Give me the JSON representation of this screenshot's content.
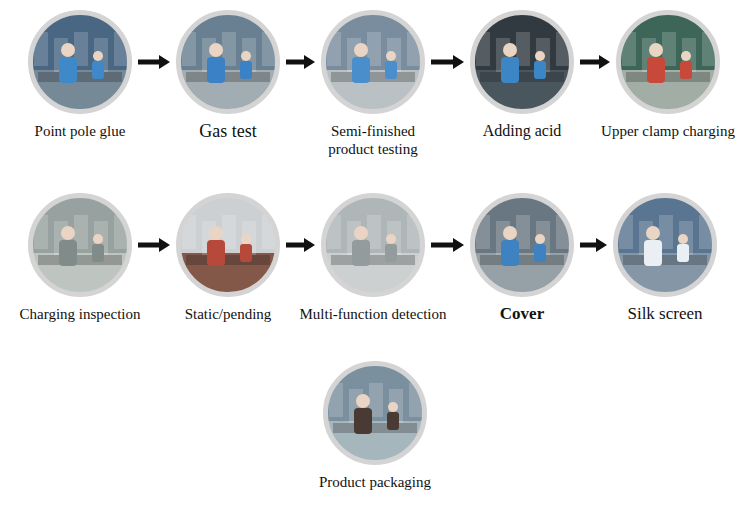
{
  "diagram": {
    "nodes": [
      {
        "text": [
          "Point pole glue"
        ]
      },
      {
        "text": [
          "Gas test"
        ]
      },
      {
        "text": [
          "Semi-finished product testing"
        ]
      },
      {
        "text": [
          "Adding acid"
        ]
      },
      {
        "text": [
          "Upper clamp charging"
        ]
      },
      {
        "text": [
          "Charging inspection"
        ]
      },
      {
        "text": [
          "Static/pending"
        ]
      },
      {
        "text": [
          "Multi-function detection"
        ]
      },
      {
        "text": [
          "Cover"
        ]
      },
      {
        "text": [
          "Silk screen"
        ]
      },
      {
        "text": [
          "Product packaging"
        ]
      }
    ],
    "edges": [
      {
        "from": 0,
        "to": 1,
        "arrow": "to"
      },
      {
        "from": 1,
        "to": 2,
        "arrow": "to"
      },
      {
        "from": 2,
        "to": 3,
        "arrow": "to"
      },
      {
        "from": 3,
        "to": 4,
        "arrow": "to"
      },
      {
        "from": 5,
        "to": 6,
        "arrow": "to"
      },
      {
        "from": 6,
        "to": 7,
        "arrow": "to"
      },
      {
        "from": 7,
        "to": 8,
        "arrow": "to"
      },
      {
        "from": 8,
        "to": 9,
        "arrow": "to"
      }
    ]
  }
}
